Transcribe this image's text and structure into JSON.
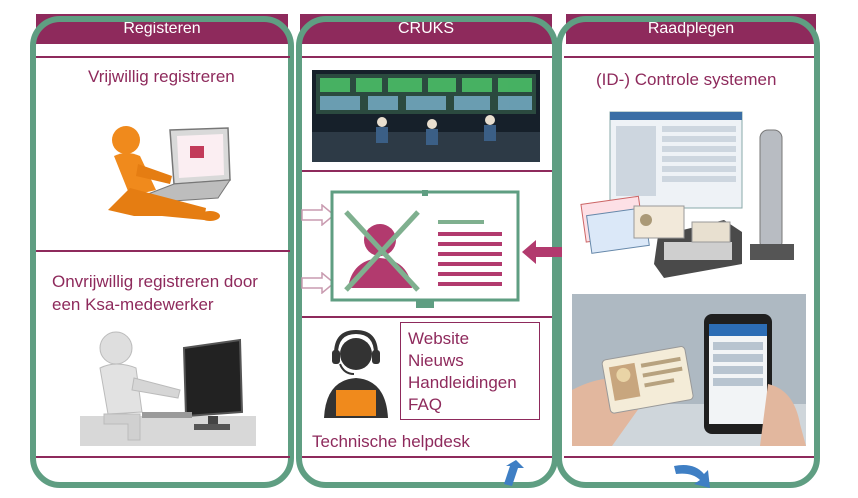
{
  "columns": {
    "registeren": {
      "title": "Registeren",
      "voluntary_label": "Vrijwillig registreren",
      "involuntary_label": "Onvrijwillig registreren door een Ksa-medewerker"
    },
    "cruks": {
      "title": "CRUKS",
      "links": [
        "Website",
        "Nieuws",
        "Handleidingen",
        "FAQ"
      ],
      "helpdesk_label": "Technische helpdesk"
    },
    "raadplegen": {
      "title": "Raadplegen",
      "systems_label": "(ID-) Controle systemen"
    }
  },
  "colors": {
    "header": "#8e2a5c",
    "panel_border": "#5f9e82",
    "text": "#8e2a5c",
    "accent": "#b23a6e"
  },
  "icons": [
    "person-at-laptop-figure",
    "person-at-desktop-figure",
    "control-room-photo",
    "crossed-out-profile-card-icon",
    "headset-agent-icon",
    "id-scanner-photo",
    "phone-id-check-photo",
    "arrow-right-icon",
    "arrow-left-icon"
  ]
}
